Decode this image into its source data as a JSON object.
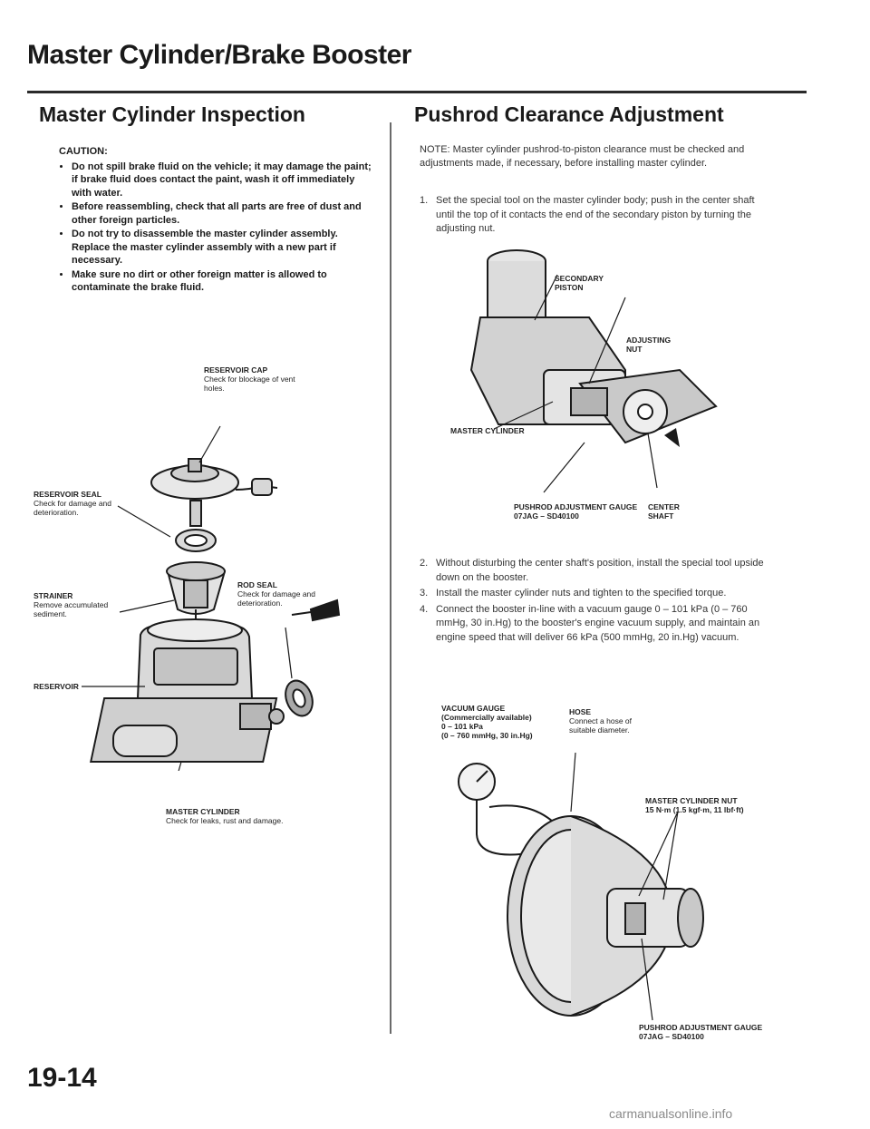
{
  "page": {
    "title": "Master Cylinder/Brake Booster",
    "page_number": "19-14",
    "watermark": "carmanualsonline.info"
  },
  "left": {
    "title": "Master Cylinder Inspection",
    "caution_head": "CAUTION:",
    "cautions": [
      "Do not spill brake fluid on the vehicle; it may damage the paint; if brake fluid does contact the paint, wash it off immediately with water.",
      "Before reassembling, check that all parts are free of dust and other foreign particles.",
      "Do not try to disassemble the master cylinder assembly. Replace the master cylinder assembly with a new part if necessary.",
      "Make sure no dirt or other foreign matter is allowed to contaminate the brake fluid."
    ],
    "labels": {
      "reservoir_cap": "RESERVOIR CAP",
      "reservoir_cap_note": "Check for blockage of vent holes.",
      "reservoir_seal": "RESERVOIR SEAL",
      "reservoir_seal_note": "Check for damage and deterioration.",
      "strainer": "STRAINER",
      "strainer_note": "Remove accumulated sediment.",
      "rod_seal": "ROD SEAL",
      "rod_seal_note": "Check for damage and deterioration.",
      "reservoir": "RESERVOIR",
      "master_cylinder": "MASTER CYLINDER",
      "master_cylinder_note": "Check for leaks, rust and damage."
    }
  },
  "right": {
    "title": "Pushrod Clearance Adjustment",
    "note": "NOTE: Master cylinder pushrod-to-piston clearance must be checked and adjustments made, if necessary, before installing master cylinder.",
    "step1": "Set the special tool on the master cylinder body; push in the center shaft until the top of it contacts the end of the secondary piston by turning the adjusting nut.",
    "steps": [
      "Without disturbing the center shaft's position, install the special tool upside down on the booster.",
      "Install the master cylinder nuts and tighten to the specified torque.",
      "Connect the booster in-line with a vacuum gauge 0 – 101 kPa (0 – 760 mmHg, 30 in.Hg) to the booster's engine vacuum supply, and maintain an engine speed that will deliver 66 kPa (500 mmHg, 20 in.Hg) vacuum."
    ],
    "labels": {
      "secondary_piston": "SECONDARY PISTON",
      "adjusting_nut": "ADJUSTING NUT",
      "master_cylinder": "MASTER CYLINDER",
      "gauge": "PUSHROD ADJUSTMENT GAUGE",
      "gauge_part": "07JAG – SD40100",
      "center_shaft": "CENTER SHAFT",
      "vacuum_gauge": "VACUUM GAUGE",
      "vacuum_gauge_sub": "(Commercially available)",
      "vacuum_gauge_range1": "0 – 101 kPa",
      "vacuum_gauge_range2": "(0 – 760 mmHg, 30 in.Hg)",
      "hose": "HOSE",
      "hose_note": "Connect a hose of suitable diameter.",
      "mc_nut": "MASTER CYLINDER NUT",
      "mc_nut_torque": "15 N·m (1.5 kgf·m, 11 lbf·ft)",
      "gauge2": "PUSHROD ADJUSTMENT GAUGE",
      "gauge2_part": "07JAG – SD40100"
    }
  }
}
